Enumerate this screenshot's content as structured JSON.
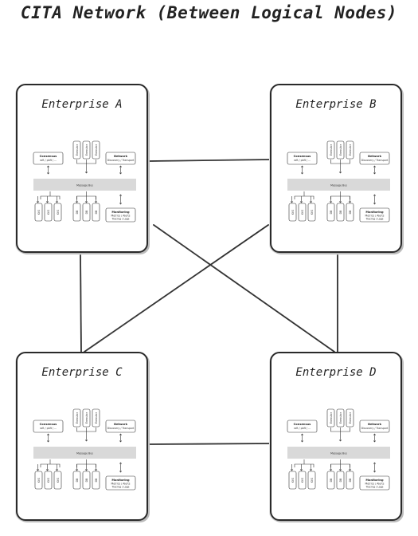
{
  "title": "CITA Network (Between Logical Nodes)",
  "nodes": [
    {
      "id": "A",
      "label": "Enterprise A"
    },
    {
      "id": "B",
      "label": "Enterprise B"
    },
    {
      "id": "C",
      "label": "Enterprise C"
    },
    {
      "id": "D",
      "label": "Enterprise D"
    }
  ],
  "edges": [
    [
      "A",
      "B"
    ],
    [
      "A",
      "C"
    ],
    [
      "A",
      "D"
    ],
    [
      "B",
      "C"
    ],
    [
      "B",
      "D"
    ],
    [
      "C",
      "D"
    ]
  ],
  "components": {
    "consensus": {
      "label": "Consensus",
      "sub": "raft / pbft / ..."
    },
    "executors": [
      "Executor",
      "Executor",
      "Executor"
    ],
    "network": {
      "label": "Network",
      "sub": "Discovery / Transport"
    },
    "message_bus": "Message Bus",
    "kvs": [
      "KVS",
      "KVS",
      "KVS"
    ],
    "dbs": [
      "DB",
      "DB",
      "DB"
    ],
    "monitoring": {
      "label": "Monitoring",
      "lines": [
        "Metrics / Alerts",
        "Tracing / Logs"
      ]
    }
  }
}
